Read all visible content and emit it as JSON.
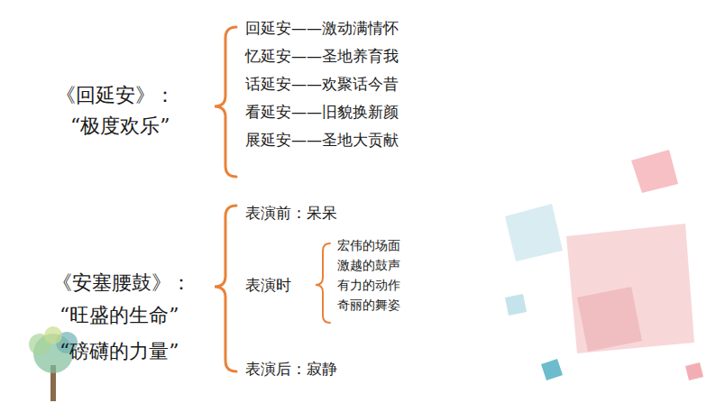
{
  "diagram": {
    "labels": [
      "《回延安》：",
      "“极度欢乐”",
      "回延安——激动满情怀",
      "忆延安——圣地养育我",
      "话延安——欢聚话今昔",
      "看延安——旧貌换新颜",
      "展延安——圣地大贡献",
      "《安塞腰鼓》：",
      "“旺盛的生命”",
      "“磅礴的力量”",
      "表演前：呆呆",
      "表演时",
      "宏伟的场面",
      "激越的鼓声",
      "有力的动作",
      "奇丽的舞姿",
      "表演后：寂静"
    ]
  }
}
